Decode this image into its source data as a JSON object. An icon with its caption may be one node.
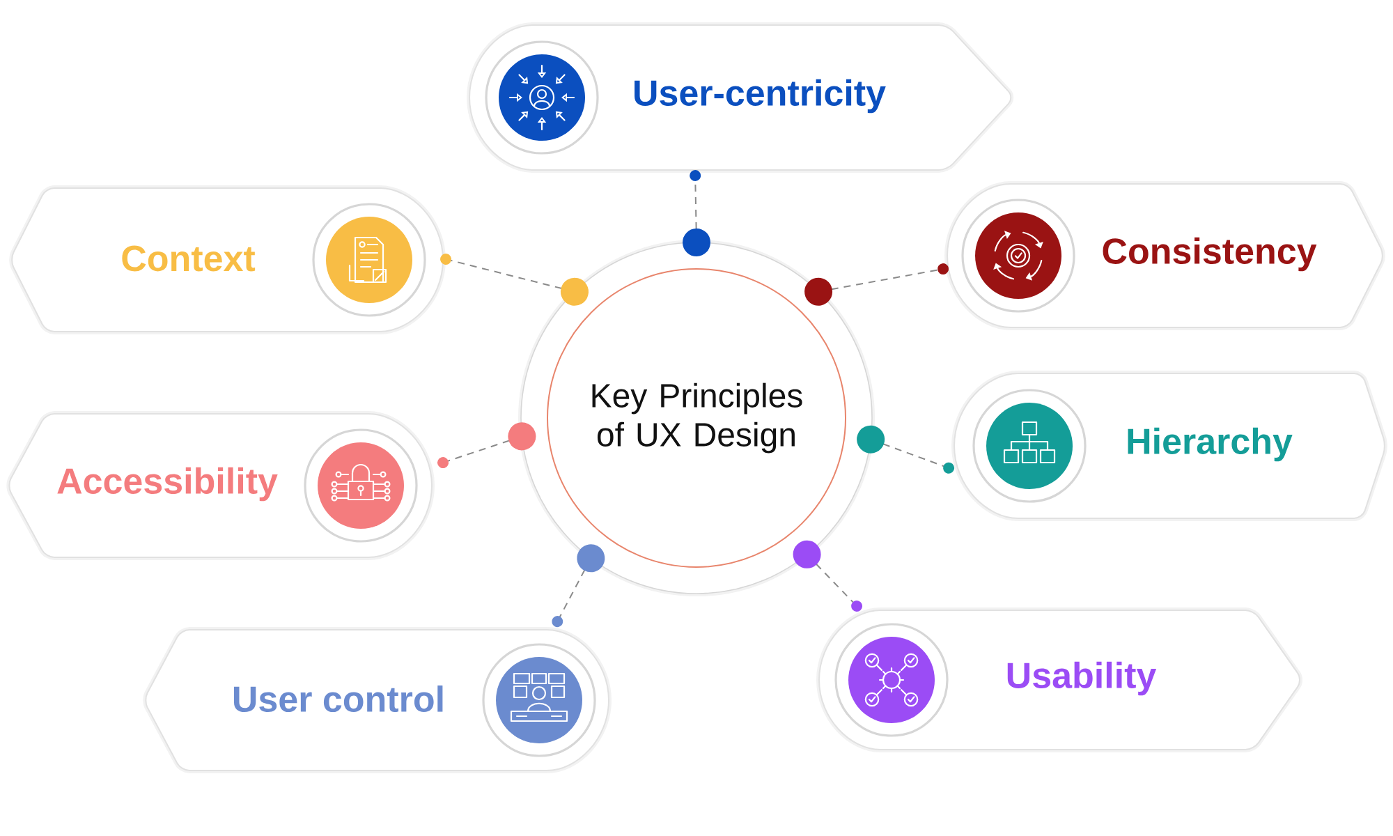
{
  "diagram": {
    "nodes": [
      {
        "text": [
          "Key Principles of UX Design"
        ]
      },
      {
        "text": [
          "User-centricity"
        ]
      },
      {
        "text": [
          "Context"
        ]
      },
      {
        "text": [
          "Consistency"
        ]
      },
      {
        "text": [
          "Accessibility"
        ]
      },
      {
        "text": [
          "Hierarchy"
        ]
      },
      {
        "text": [
          "User control"
        ]
      },
      {
        "text": [
          "Usability"
        ]
      }
    ],
    "edges": [
      {
        "from": 0,
        "to": 1,
        "arrow": "other",
        "style": "dashed"
      },
      {
        "from": 0,
        "to": 2,
        "arrow": "other",
        "style": "dashed"
      },
      {
        "from": 0,
        "to": 3,
        "arrow": "other",
        "style": "dashed"
      },
      {
        "from": 0,
        "to": 4,
        "arrow": "other",
        "style": "dashed"
      },
      {
        "from": 0,
        "to": 5,
        "arrow": "other",
        "style": "dashed"
      },
      {
        "from": 0,
        "to": 6,
        "arrow": "other",
        "style": "dashed"
      },
      {
        "from": 0,
        "to": 7,
        "arrow": "other",
        "style": "dashed"
      }
    ]
  }
}
